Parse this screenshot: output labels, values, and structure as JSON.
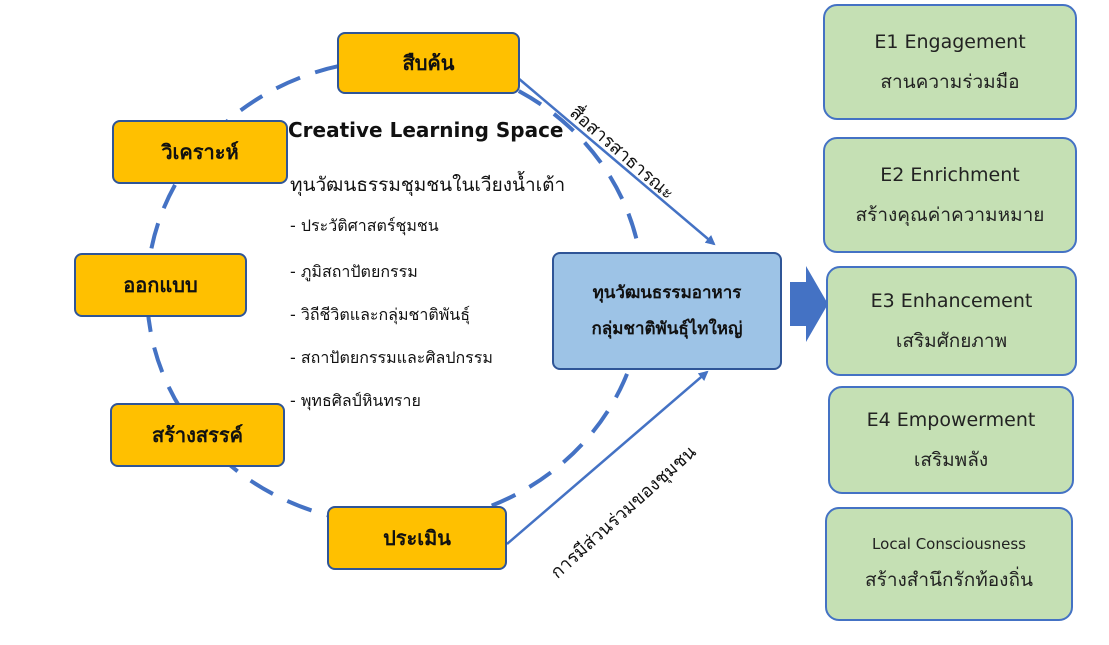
{
  "cycle": {
    "top": "สืบค้น",
    "upper_left": "วิเคราะห์",
    "left": "ออกแบบ",
    "lower_left": "สร้างสรรค์",
    "bottom": "ประเมิน"
  },
  "center": {
    "title": "Creative Learning Space",
    "subtitle": "ทุนวัฒนธรรมชุมชนในเวียงน้ำเต้า",
    "items": [
      "- ประวัติศาสตร์ชุมชน",
      "- ภูมิสถาปัตยกรรม",
      "- วิถีชีวิตและกลุ่มชาติพันธุ์",
      "- สถาปัตยกรรมและศิลปกรรม",
      "- พุทธศิลป์หินทราย"
    ]
  },
  "core": {
    "line1": "ทุนวัฒนธรรมอาหาร",
    "line2": "กลุ่มชาติพันธุ์ไทใหญ่"
  },
  "arrows": {
    "upper_label": "สื่อสารสาธารณะ",
    "lower_label": "การมีส่วนร่วมของชุมชน"
  },
  "outcomes": [
    {
      "title": "E1 Engagement",
      "desc": "สานความร่วมมือ"
    },
    {
      "title": "E2 Enrichment",
      "desc": "สร้างคุณค่าความหมาย"
    },
    {
      "title": "E3 Enhancement",
      "desc": "เสริมศักยภาพ"
    },
    {
      "title": "E4 Empowerment",
      "desc": "เสริมพลัง"
    },
    {
      "title": "Local Consciousness",
      "desc": "สร้างสำนึกรักท้องถิ่น"
    }
  ],
  "colors": {
    "cycle_box": "#ffc000",
    "core_box": "#9dc3e6",
    "outcome_box": "#c5e0b4",
    "line": "#4472c4"
  }
}
